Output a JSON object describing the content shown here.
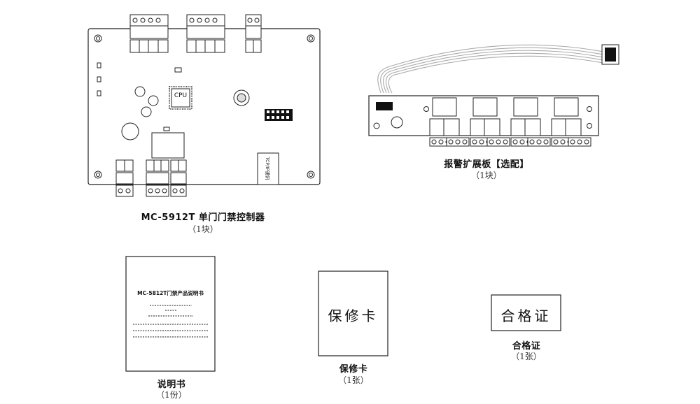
{
  "controller": {
    "title": "MC-5912T 单门门禁控制器",
    "qty": "（1块）",
    "cpu_label": "CPU",
    "tcpip_label": "TCP/IP通讯"
  },
  "alarm_board": {
    "title": "报警扩展板【选配】",
    "qty": "（1块）"
  },
  "manual": {
    "doc_title": "MC-5812T门禁产品说明书",
    "caption": "说明书",
    "qty": "（1份）"
  },
  "warranty": {
    "box_text": "保修卡",
    "caption": "保修卡",
    "qty": "（1张）"
  },
  "certificate": {
    "box_text": "合格证",
    "caption": "合格证",
    "qty": "（1张）"
  }
}
